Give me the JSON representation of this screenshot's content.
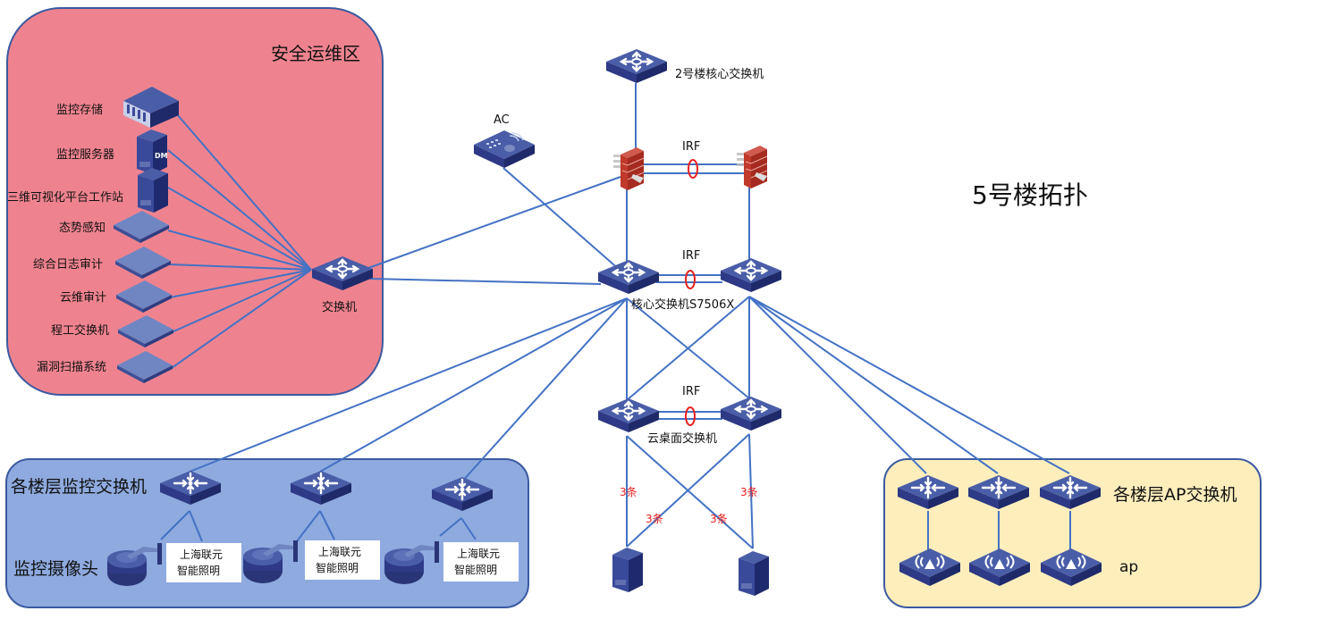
{
  "title": "5号楼拓扑",
  "colors": {
    "security_zone_fill": "#ee838f",
    "camera_zone_fill": "#8eaadf",
    "ap_zone_fill": "#fdeebc",
    "zone_border": "#3b5aa0",
    "link": "#4472c4",
    "device_top": "#4a5ea8",
    "device_side": "#2a3578",
    "irf_ring": "#e8201f",
    "cable_count_text": "#e8201f",
    "firewall": "#c0392b"
  },
  "zones": {
    "security": {
      "title": "安全运维区",
      "devices": [
        {
          "label": "监控存储",
          "type": "storage"
        },
        {
          "label": "监控服务器",
          "type": "server-dm"
        },
        {
          "label": "三维可视化平台工作站",
          "type": "workstation"
        },
        {
          "label": "态势感知",
          "type": "appliance"
        },
        {
          "label": "综合日志审计",
          "type": "appliance"
        },
        {
          "label": "云维审计",
          "type": "appliance"
        },
        {
          "label": "程工交换机",
          "type": "appliance"
        },
        {
          "label": "漏洞扫描系统",
          "type": "appliance"
        }
      ],
      "switch_label": "交换机"
    },
    "camera": {
      "title": "各楼层监控交换机",
      "camera_label": "监控摄像头",
      "lighting_label_line1": "上海联元",
      "lighting_label_line2": "智能照明",
      "switch_count": 3
    },
    "ap": {
      "title": "各楼层AP交换机",
      "ap_label": "ap",
      "switch_count": 3
    }
  },
  "core": {
    "building2_core_label": "2号楼核心交换机",
    "ac_label": "AC",
    "firewall_irf_label": "IRF",
    "core_irf_label": "IRF",
    "core_switch_label": "核心交换机S7506X",
    "cloud_irf_label": "IRF",
    "cloud_switch_label": "云桌面交换机",
    "cable_counts": [
      "3条",
      "3条",
      "3条",
      "3条"
    ]
  }
}
